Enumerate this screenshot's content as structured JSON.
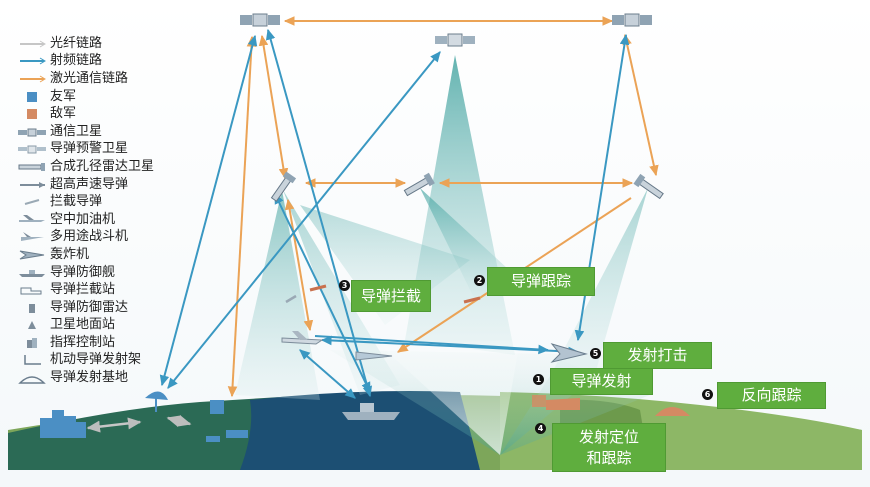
{
  "legend": [
    {
      "icon": "fiber-link-icon",
      "label": "光纤链路"
    },
    {
      "icon": "rf-link-icon",
      "label": "射频链路"
    },
    {
      "icon": "laser-link-icon",
      "label": "激光通信链路"
    },
    {
      "icon": "friendly-square-icon",
      "label": "友军"
    },
    {
      "icon": "enemy-square-icon",
      "label": "敌军"
    },
    {
      "icon": "comm-satellite-icon",
      "label": "通信卫星"
    },
    {
      "icon": "warning-satellite-icon",
      "label": "导弹预警卫星"
    },
    {
      "icon": "sar-satellite-icon",
      "label": "合成孔径雷达卫星"
    },
    {
      "icon": "hypersonic-missile-icon",
      "label": "超高声速导弹"
    },
    {
      "icon": "interceptor-missile-icon",
      "label": "拦截导弹"
    },
    {
      "icon": "tanker-aircraft-icon",
      "label": "空中加油机"
    },
    {
      "icon": "fighter-icon",
      "label": "多用途战斗机"
    },
    {
      "icon": "bomber-icon",
      "label": "轰炸机"
    },
    {
      "icon": "defense-ship-icon",
      "label": "导弹防御舰"
    },
    {
      "icon": "intercept-station-icon",
      "label": "导弹拦截站"
    },
    {
      "icon": "defense-radar-icon",
      "label": "导弹防御雷达"
    },
    {
      "icon": "ground-station-icon",
      "label": "卫星地面站"
    },
    {
      "icon": "command-station-icon",
      "label": "指挥控制站"
    },
    {
      "icon": "mobile-launcher-icon",
      "label": "机动导弹发射架"
    },
    {
      "icon": "launch-base-icon",
      "label": "导弹发射基地"
    }
  ],
  "steps": [
    {
      "number": "1",
      "label": "导弹发射"
    },
    {
      "number": "2",
      "label": "导弹跟踪"
    },
    {
      "number": "3",
      "label": "导弹拦截"
    },
    {
      "number": "4",
      "label": "发射定位\n和跟踪"
    },
    {
      "number": "5",
      "label": "发射打击"
    },
    {
      "number": "6",
      "label": "反向跟踪"
    }
  ],
  "colors": {
    "fiber": "#c6c6c6",
    "rf": "#3a98c2",
    "laser": "#eba356",
    "friendly": "#4b8fc4",
    "enemy": "#d48a63",
    "label_box": "#5fae3e",
    "ocean": "#1c4f73",
    "land": "#7da65a",
    "beam": "#4fa8a4"
  }
}
